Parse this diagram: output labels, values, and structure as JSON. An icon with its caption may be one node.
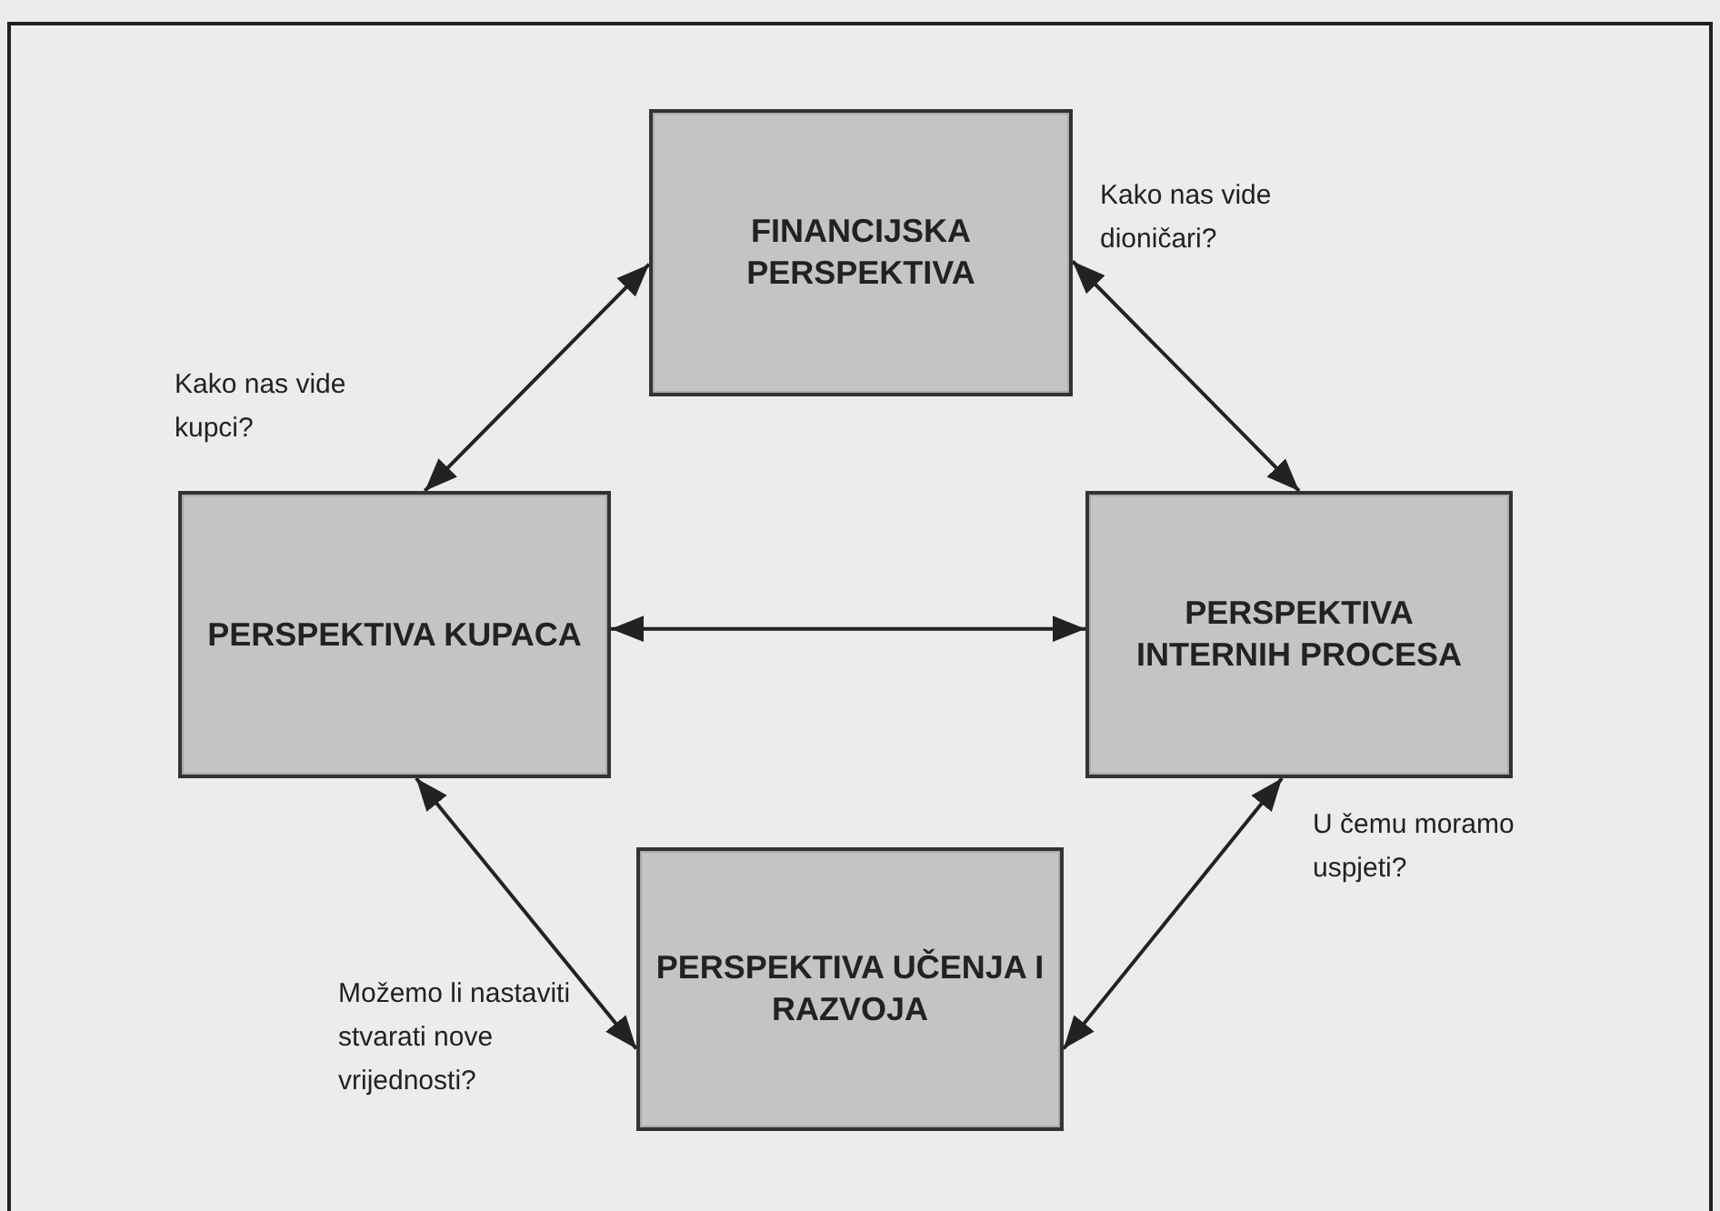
{
  "diagram": {
    "nodes": [
      {
        "text": [
          "FINANCIJSKA PERSPEKTIVA"
        ],
        "beside": [
          "Kako nas vide dioničari?"
        ]
      },
      {
        "text": [
          "PERSPEKTIVA KUPACA"
        ],
        "beside": [
          "Kako nas vide kupci?"
        ]
      },
      {
        "text": [
          "PERSPEKTIVA INTERNIH PROCESA"
        ],
        "beside": [
          "U čemu moramo uspjeti?"
        ]
      },
      {
        "text": [
          "PERSPEKTIVA UČENJA I RAZVOJA"
        ],
        "beside": [
          "Možemo li nastaviti stvarati nove vrijednosti?"
        ]
      }
    ],
    "edges": [
      {
        "from": 1,
        "to": 0,
        "arrow": "both"
      },
      {
        "from": 0,
        "to": 2,
        "arrow": "both"
      },
      {
        "from": 1,
        "to": 2,
        "arrow": "both"
      },
      {
        "from": 1,
        "to": 3,
        "arrow": "both"
      },
      {
        "from": 2,
        "to": 3,
        "arrow": "both"
      }
    ]
  }
}
